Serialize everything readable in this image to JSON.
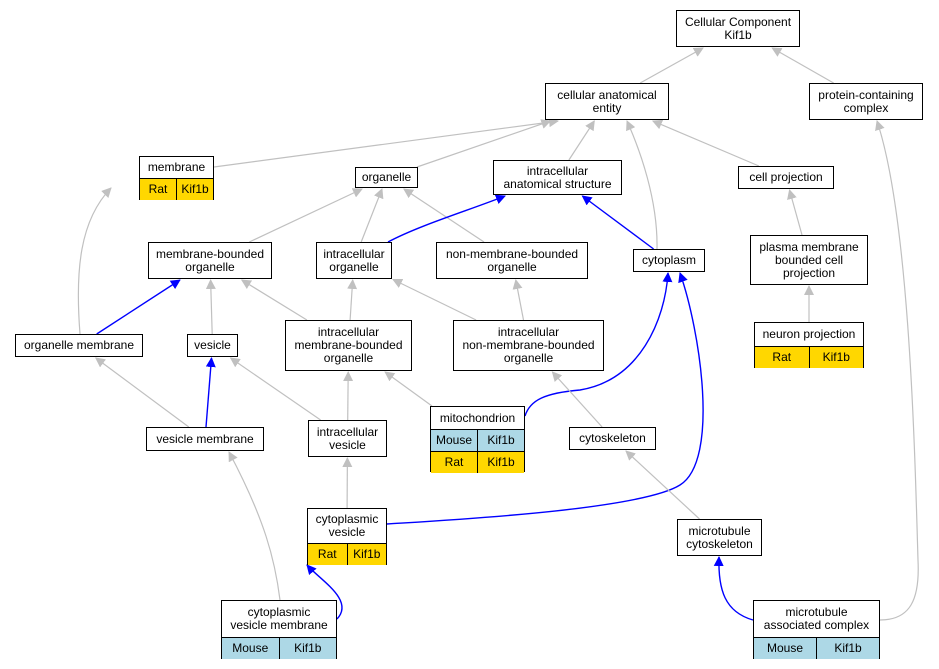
{
  "colors": {
    "is_a_edge": "#c0c0c0",
    "part_of_edge": "#0000ff",
    "mouse_annotation": "#add8e6",
    "rat_annotation": "#ffd700",
    "node_border": "#000000",
    "node_fill": "#ffffff"
  },
  "nodes": {
    "cellular_component": {
      "label": "Cellular Component\nKif1b"
    },
    "cellular_anatomical_entity": {
      "label": "cellular anatomical\nentity"
    },
    "protein_containing_complex": {
      "label": "protein-containing\ncomplex"
    },
    "membrane": {
      "label": "membrane",
      "annotations": [
        [
          "Rat",
          "Kif1b"
        ]
      ]
    },
    "organelle": {
      "label": "organelle"
    },
    "intracellular_anatomical_structure": {
      "label": "intracellular\nanatomical structure"
    },
    "cell_projection": {
      "label": "cell projection"
    },
    "membrane_bounded_organelle": {
      "label": "membrane-bounded\norganelle"
    },
    "intracellular_organelle": {
      "label": "intracellular\norganelle"
    },
    "non_membrane_bounded_organelle": {
      "label": "non-membrane-bounded\norganelle"
    },
    "cytoplasm": {
      "label": "cytoplasm"
    },
    "plasma_membrane_bounded_cell_projection": {
      "label": "plasma membrane\nbounded cell\nprojection"
    },
    "organelle_membrane": {
      "label": "organelle membrane"
    },
    "vesicle": {
      "label": "vesicle"
    },
    "intracellular_membrane_bounded_organelle": {
      "label": "intracellular\nmembrane-bounded\norganelle"
    },
    "intracellular_non_membrane_bounded_organelle": {
      "label": "intracellular\nnon-membrane-bounded\norganelle"
    },
    "neuron_projection": {
      "label": "neuron projection",
      "annotations": [
        [
          "Rat",
          "Kif1b"
        ]
      ]
    },
    "mitochondrion": {
      "label": "mitochondrion",
      "annotations": [
        [
          "Mouse",
          "Kif1b"
        ],
        [
          "Rat",
          "Kif1b"
        ]
      ]
    },
    "vesicle_membrane": {
      "label": "vesicle membrane"
    },
    "intracellular_vesicle": {
      "label": "intracellular\nvesicle"
    },
    "cytoskeleton": {
      "label": "cytoskeleton"
    },
    "cytoplasmic_vesicle": {
      "label": "cytoplasmic\nvesicle",
      "annotations": [
        [
          "Rat",
          "Kif1b"
        ]
      ]
    },
    "microtubule_cytoskeleton": {
      "label": "microtubule\ncytoskeleton"
    },
    "cytoplasmic_vesicle_membrane": {
      "label": "cytoplasmic\nvesicle membrane",
      "annotations": [
        [
          "Mouse",
          "Kif1b"
        ]
      ]
    },
    "microtubule_associated_complex": {
      "label": "microtubule\nassociated complex",
      "annotations": [
        [
          "Mouse",
          "Kif1b"
        ]
      ]
    }
  },
  "edges": [
    {
      "from": "cellular_anatomical_entity",
      "to": "cellular_component",
      "type": "is_a"
    },
    {
      "from": "protein_containing_complex",
      "to": "cellular_component",
      "type": "is_a"
    },
    {
      "from": "membrane",
      "to": "cellular_anatomical_entity",
      "type": "is_a"
    },
    {
      "from": "organelle",
      "to": "cellular_anatomical_entity",
      "type": "is_a"
    },
    {
      "from": "intracellular_anatomical_structure",
      "to": "cellular_anatomical_entity",
      "type": "is_a"
    },
    {
      "from": "cell_projection",
      "to": "cellular_anatomical_entity",
      "type": "is_a"
    },
    {
      "from": "cytoplasm",
      "to": "cellular_anatomical_entity",
      "type": "is_a"
    },
    {
      "from": "membrane_bounded_organelle",
      "to": "organelle",
      "type": "is_a"
    },
    {
      "from": "intracellular_organelle",
      "to": "organelle",
      "type": "is_a"
    },
    {
      "from": "non_membrane_bounded_organelle",
      "to": "organelle",
      "type": "is_a"
    },
    {
      "from": "intracellular_organelle",
      "to": "intracellular_anatomical_structure",
      "type": "part_of"
    },
    {
      "from": "cytoplasm",
      "to": "intracellular_anatomical_structure",
      "type": "part_of"
    },
    {
      "from": "plasma_membrane_bounded_cell_projection",
      "to": "cell_projection",
      "type": "is_a"
    },
    {
      "from": "neuron_projection",
      "to": "plasma_membrane_bounded_cell_projection",
      "type": "is_a"
    },
    {
      "from": "organelle_membrane",
      "to": "membrane",
      "type": "is_a"
    },
    {
      "from": "organelle_membrane",
      "to": "membrane_bounded_organelle",
      "type": "part_of"
    },
    {
      "from": "vesicle",
      "to": "membrane_bounded_organelle",
      "type": "is_a"
    },
    {
      "from": "intracellular_membrane_bounded_organelle",
      "to": "membrane_bounded_organelle",
      "type": "is_a"
    },
    {
      "from": "intracellular_membrane_bounded_organelle",
      "to": "intracellular_organelle",
      "type": "is_a"
    },
    {
      "from": "intracellular_non_membrane_bounded_organelle",
      "to": "intracellular_organelle",
      "type": "is_a"
    },
    {
      "from": "intracellular_non_membrane_bounded_organelle",
      "to": "non_membrane_bounded_organelle",
      "type": "is_a"
    },
    {
      "from": "vesicle_membrane",
      "to": "organelle_membrane",
      "type": "is_a"
    },
    {
      "from": "vesicle_membrane",
      "to": "vesicle",
      "type": "part_of"
    },
    {
      "from": "intracellular_vesicle",
      "to": "vesicle",
      "type": "is_a"
    },
    {
      "from": "intracellular_vesicle",
      "to": "intracellular_membrane_bounded_organelle",
      "type": "is_a"
    },
    {
      "from": "mitochondrion",
      "to": "intracellular_membrane_bounded_organelle",
      "type": "is_a"
    },
    {
      "from": "mitochondrion",
      "to": "cytoplasm",
      "type": "part_of"
    },
    {
      "from": "cytoskeleton",
      "to": "intracellular_non_membrane_bounded_organelle",
      "type": "is_a"
    },
    {
      "from": "cytoplasmic_vesicle",
      "to": "intracellular_vesicle",
      "type": "is_a"
    },
    {
      "from": "cytoplasmic_vesicle",
      "to": "cytoplasm",
      "type": "part_of"
    },
    {
      "from": "microtubule_cytoskeleton",
      "to": "cytoskeleton",
      "type": "is_a"
    },
    {
      "from": "cytoplasmic_vesicle_membrane",
      "to": "vesicle_membrane",
      "type": "is_a"
    },
    {
      "from": "cytoplasmic_vesicle_membrane",
      "to": "cytoplasmic_vesicle",
      "type": "part_of"
    },
    {
      "from": "microtubule_associated_complex",
      "to": "microtubule_cytoskeleton",
      "type": "part_of"
    },
    {
      "from": "microtubule_associated_complex",
      "to": "protein_containing_complex",
      "type": "is_a"
    }
  ]
}
